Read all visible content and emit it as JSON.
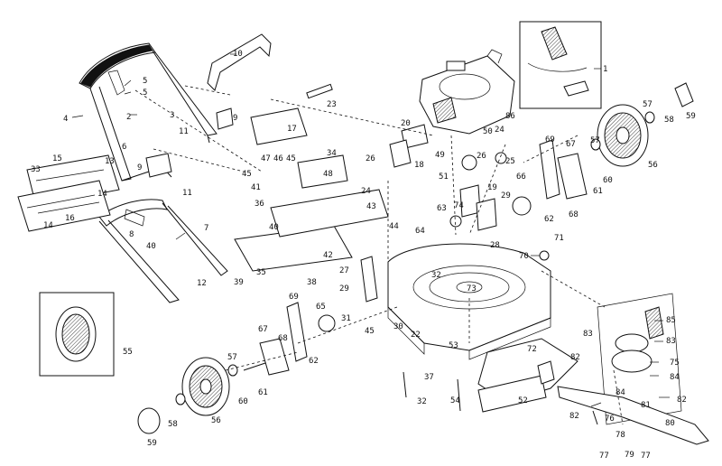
{
  "diagram": {
    "callouts": [
      {
        "id": "c1",
        "text": "1"
      },
      {
        "id": "c2",
        "text": "2"
      },
      {
        "id": "c3",
        "text": "3"
      },
      {
        "id": "c4",
        "text": "4"
      },
      {
        "id": "c5a",
        "text": "5"
      },
      {
        "id": "c5b",
        "text": "5"
      },
      {
        "id": "c6",
        "text": "6"
      },
      {
        "id": "c7",
        "text": "7"
      },
      {
        "id": "c8",
        "text": "8"
      },
      {
        "id": "c9a",
        "text": "9"
      },
      {
        "id": "c9b",
        "text": "9"
      },
      {
        "id": "c10",
        "text": "10"
      },
      {
        "id": "c11a",
        "text": "11"
      },
      {
        "id": "c11b",
        "text": "11"
      },
      {
        "id": "c12",
        "text": "12"
      },
      {
        "id": "c13",
        "text": "13"
      },
      {
        "id": "c14a",
        "text": "14"
      },
      {
        "id": "c14b",
        "text": "14"
      },
      {
        "id": "c15",
        "text": "15"
      },
      {
        "id": "c16",
        "text": "16"
      },
      {
        "id": "c17",
        "text": "17"
      },
      {
        "id": "c18",
        "text": "18"
      },
      {
        "id": "c19",
        "text": "19"
      },
      {
        "id": "c20",
        "text": "20"
      },
      {
        "id": "c22",
        "text": "22"
      },
      {
        "id": "c23",
        "text": "23"
      },
      {
        "id": "c24a",
        "text": "24"
      },
      {
        "id": "c24b",
        "text": "24"
      },
      {
        "id": "c25",
        "text": "25"
      },
      {
        "id": "c26a",
        "text": "26"
      },
      {
        "id": "c26b",
        "text": "26"
      },
      {
        "id": "c27",
        "text": "27"
      },
      {
        "id": "c28",
        "text": "28"
      },
      {
        "id": "c29a",
        "text": "29"
      },
      {
        "id": "c29b",
        "text": "29"
      },
      {
        "id": "c30",
        "text": "30"
      },
      {
        "id": "c31",
        "text": "31"
      },
      {
        "id": "c32a",
        "text": "32"
      },
      {
        "id": "c32b",
        "text": "32"
      },
      {
        "id": "c33",
        "text": "33"
      },
      {
        "id": "c34",
        "text": "34"
      },
      {
        "id": "c35",
        "text": "35"
      },
      {
        "id": "c36",
        "text": "36"
      },
      {
        "id": "c37",
        "text": "37"
      },
      {
        "id": "c38",
        "text": "38"
      },
      {
        "id": "c39",
        "text": "39"
      },
      {
        "id": "c40a",
        "text": "40"
      },
      {
        "id": "c40b",
        "text": "40"
      },
      {
        "id": "c41",
        "text": "41"
      },
      {
        "id": "c42",
        "text": "42"
      },
      {
        "id": "c43",
        "text": "43"
      },
      {
        "id": "c44",
        "text": "44"
      },
      {
        "id": "c45a",
        "text": "45"
      },
      {
        "id": "c45b",
        "text": "45"
      },
      {
        "id": "c45c",
        "text": "45"
      },
      {
        "id": "c46",
        "text": "46"
      },
      {
        "id": "c47",
        "text": "47"
      },
      {
        "id": "c48",
        "text": "48"
      },
      {
        "id": "c49",
        "text": "49"
      },
      {
        "id": "c50",
        "text": "50"
      },
      {
        "id": "c51",
        "text": "51"
      },
      {
        "id": "c52",
        "text": "52"
      },
      {
        "id": "c53",
        "text": "53"
      },
      {
        "id": "c54",
        "text": "54"
      },
      {
        "id": "c55",
        "text": "55"
      },
      {
        "id": "c56a",
        "text": "56"
      },
      {
        "id": "c56b",
        "text": "56"
      },
      {
        "id": "c57a",
        "text": "57"
      },
      {
        "id": "c57b",
        "text": "57"
      },
      {
        "id": "c57c",
        "text": "57"
      },
      {
        "id": "c58a",
        "text": "58"
      },
      {
        "id": "c58b",
        "text": "58"
      },
      {
        "id": "c59a",
        "text": "59"
      },
      {
        "id": "c59b",
        "text": "59"
      },
      {
        "id": "c60a",
        "text": "60"
      },
      {
        "id": "c60b",
        "text": "60"
      },
      {
        "id": "c61a",
        "text": "61"
      },
      {
        "id": "c61b",
        "text": "61"
      },
      {
        "id": "c62a",
        "text": "62"
      },
      {
        "id": "c62b",
        "text": "62"
      },
      {
        "id": "c63",
        "text": "63"
      },
      {
        "id": "c64",
        "text": "64"
      },
      {
        "id": "c65",
        "text": "65"
      },
      {
        "id": "c66",
        "text": "66"
      },
      {
        "id": "c67a",
        "text": "67"
      },
      {
        "id": "c67b",
        "text": "67"
      },
      {
        "id": "c68a",
        "text": "68"
      },
      {
        "id": "c68b",
        "text": "68"
      },
      {
        "id": "c69a",
        "text": "69"
      },
      {
        "id": "c69b",
        "text": "69"
      },
      {
        "id": "c70",
        "text": "70"
      },
      {
        "id": "c71",
        "text": "71"
      },
      {
        "id": "c72",
        "text": "72"
      },
      {
        "id": "c73",
        "text": "73"
      },
      {
        "id": "c74",
        "text": "74"
      },
      {
        "id": "c75",
        "text": "75"
      },
      {
        "id": "c76",
        "text": "76"
      },
      {
        "id": "c77a",
        "text": "77"
      },
      {
        "id": "c77b",
        "text": "77"
      },
      {
        "id": "c78",
        "text": "78"
      },
      {
        "id": "c79",
        "text": "79"
      },
      {
        "id": "c80",
        "text": "80"
      },
      {
        "id": "c81",
        "text": "81"
      },
      {
        "id": "c82a",
        "text": "82"
      },
      {
        "id": "c82b",
        "text": "82"
      },
      {
        "id": "c82c",
        "text": "82"
      },
      {
        "id": "c83a",
        "text": "83"
      },
      {
        "id": "c83b",
        "text": "83"
      },
      {
        "id": "c84a",
        "text": "84"
      },
      {
        "id": "c84b",
        "text": "84"
      },
      {
        "id": "c85",
        "text": "85"
      },
      {
        "id": "c86",
        "text": "86"
      }
    ]
  }
}
